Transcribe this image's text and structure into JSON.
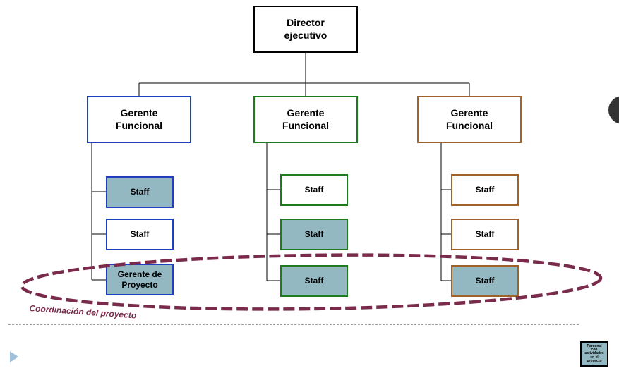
{
  "colors": {
    "blue": "#1f3fbf",
    "green": "#1e7a1e",
    "brown": "#a0622b",
    "highlight_fill": "#93b8c2",
    "ellipse": "#7a2a4a",
    "dark": "#333333"
  },
  "director": {
    "label": "Director\nejecutivo"
  },
  "managers": [
    {
      "label": "Gerente\nFuncional",
      "color": "blue"
    },
    {
      "label": "Gerente\nFuncional",
      "color": "green"
    },
    {
      "label": "Gerente\nFuncional",
      "color": "brown"
    }
  ],
  "columns": [
    {
      "staff": [
        {
          "label": "Staff",
          "highlighted": true
        },
        {
          "label": "Staff",
          "highlighted": false
        },
        {
          "label": "Gerente de\nProyecto",
          "highlighted": true
        }
      ]
    },
    {
      "staff": [
        {
          "label": "Staff",
          "highlighted": false
        },
        {
          "label": "Staff",
          "highlighted": true
        },
        {
          "label": "Staff",
          "highlighted": true
        }
      ]
    },
    {
      "staff": [
        {
          "label": "Staff",
          "highlighted": false
        },
        {
          "label": "Staff",
          "highlighted": false
        },
        {
          "label": "Staff",
          "highlighted": true
        }
      ]
    }
  ],
  "coordination_label": "Coordinación del proyecto",
  "legend": {
    "label": "Personal\ncon\nactividades\nen el\nproyecto"
  },
  "icons": {
    "nav": "play-icon"
  }
}
